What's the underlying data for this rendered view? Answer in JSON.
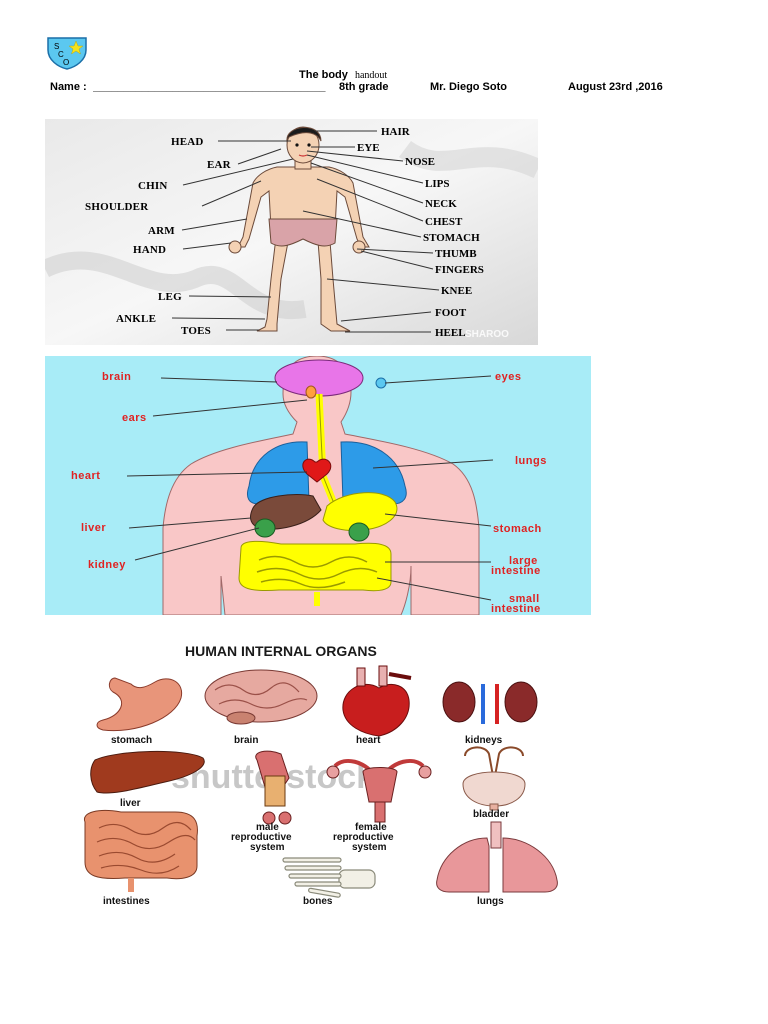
{
  "logo": {
    "letters": [
      "S",
      "C",
      "O"
    ]
  },
  "header": {
    "title": "The body",
    "subtitle": "handout",
    "name_label": "Name :",
    "name_blank": "______________________________________",
    "grade": "8th  grade",
    "teacher": "Mr. Diego Soto",
    "date": "August 23rd ,2016"
  },
  "figure1": {
    "left_labels": [
      "HEAD",
      "EAR",
      "CHIN",
      "SHOULDER",
      "ARM",
      "HAND",
      "LEG",
      "ANKLE",
      "TOES"
    ],
    "right_labels": [
      "HAIR",
      "EYE",
      "NOSE",
      "LIPS",
      "NECK",
      "CHEST",
      "STOMACH",
      "THUMB",
      "FINGERS",
      "KNEE",
      "FOOT",
      "HEEL"
    ],
    "watermark": "SHAROO"
  },
  "figure2": {
    "left_labels": [
      "brain",
      "ears",
      "heart",
      "liver",
      "kidney"
    ],
    "right_labels": [
      "eyes",
      "lungs",
      "stomach"
    ],
    "large_intestine": [
      "large",
      "intestine"
    ],
    "small_intestine": [
      "small",
      "intestine"
    ]
  },
  "figure3": {
    "title": "HUMAN INTERNAL ORGANS",
    "organs": [
      "stomach",
      "brain",
      "heart",
      "kidneys",
      "liver",
      "bladder",
      "intestines",
      "bones",
      "lungs"
    ],
    "male_label": [
      "male",
      "reproductive",
      "system"
    ],
    "female_label": [
      "female",
      "reproductive",
      "system"
    ],
    "watermark": "shutterstock"
  },
  "colors": {
    "logo_blue": "#5bc8f0",
    "label_red": "#e02222",
    "poster_bg": "#a8ecf7",
    "lungs_blue": "#2d9be8",
    "organ_yellow": "#ffff00",
    "brain_pink": "#e875e8"
  }
}
